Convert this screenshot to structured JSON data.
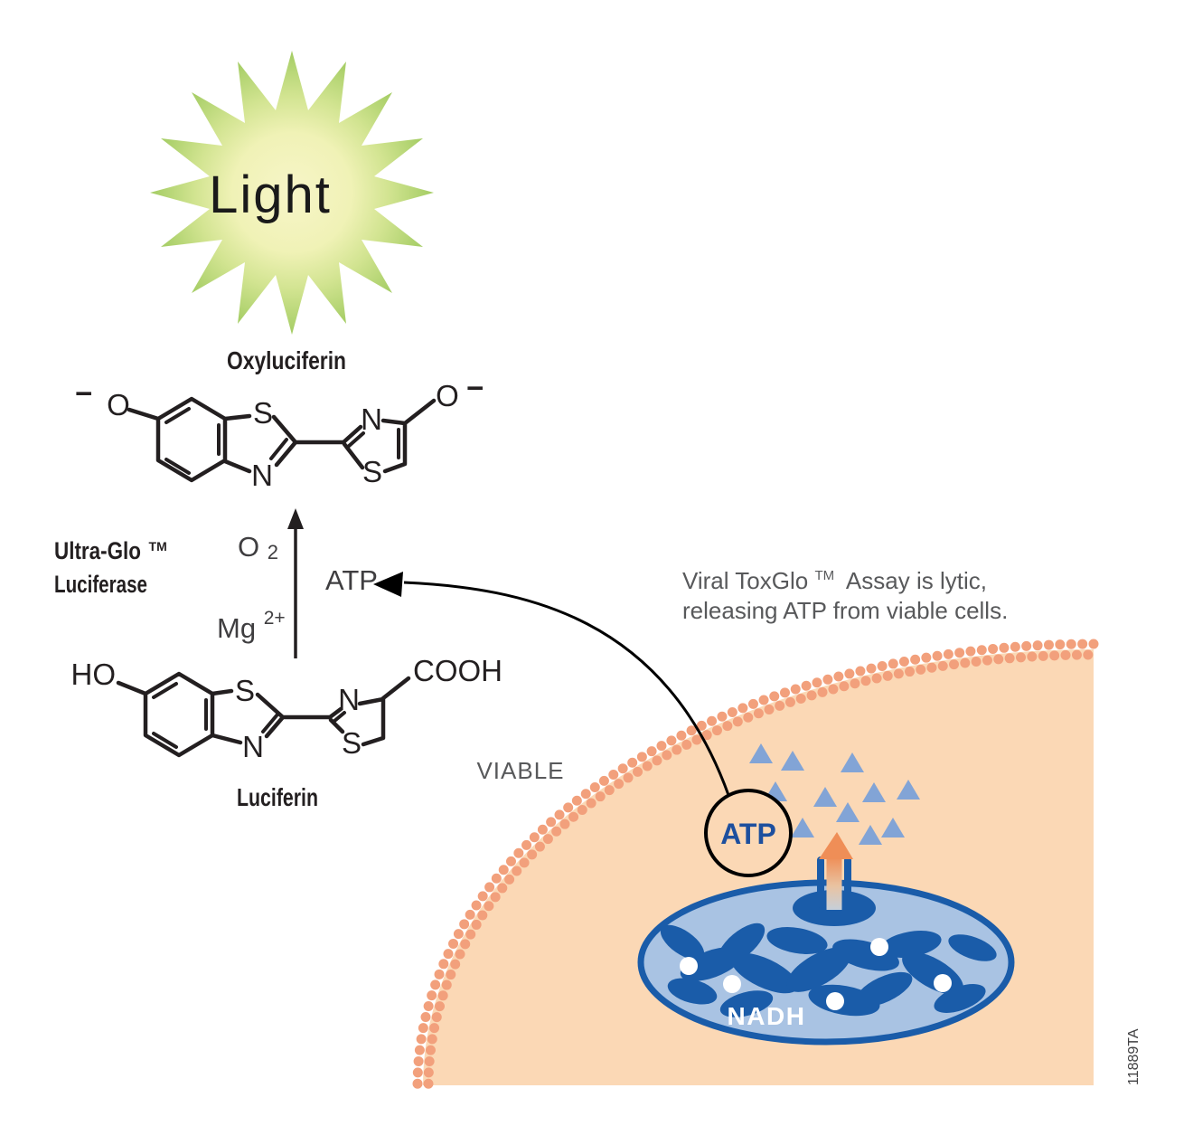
{
  "figure": {
    "code": "11889TA"
  },
  "light_burst": {
    "label": "Light"
  },
  "molecules": {
    "oxyluciferin": {
      "title": "Oxyluciferin",
      "left_charge": "−",
      "left_o": "O",
      "s1": "S",
      "n1": "N",
      "n2": "N",
      "s2": "S",
      "right_o": "O",
      "right_charge": "−"
    },
    "luciferin": {
      "title": "Luciferin",
      "hydroxyl": "HO",
      "s1": "S",
      "n1": "N",
      "n2": "N",
      "s2": "S",
      "carboxyl": "COOH"
    }
  },
  "enzyme": {
    "name": "Ultra-Glo",
    "tm": "TM",
    "line2": "Luciferase"
  },
  "reaction": {
    "oxygen": "O",
    "oxygen_sub": "2",
    "magnesium": "Mg",
    "magnesium_sup": "2+",
    "atp": "ATP"
  },
  "note": {
    "line1_pre": "Viral ToxGlo",
    "tm": "TM",
    "line1_post": "Assay is lytic,",
    "line2": "releasing ATP from viable cells."
  },
  "cell": {
    "state_label": "VIABLE",
    "atp_circle": "ATP",
    "nadh": "NADH"
  },
  "colors": {
    "star_green": "#a3cc63",
    "star_center": "#f7f5c8",
    "cell_fill": "#fbd8b5",
    "membrane": "#f2a07c",
    "mito_fill": "#a9c3e3",
    "mito_dark": "#1a5ca9",
    "triangle_blue": "#82a4d6",
    "atp_text_blue": "#1d4f9e",
    "arrow_orange": "#ef8e57",
    "note_gray": "#58595b",
    "ink_black": "#231f20"
  }
}
